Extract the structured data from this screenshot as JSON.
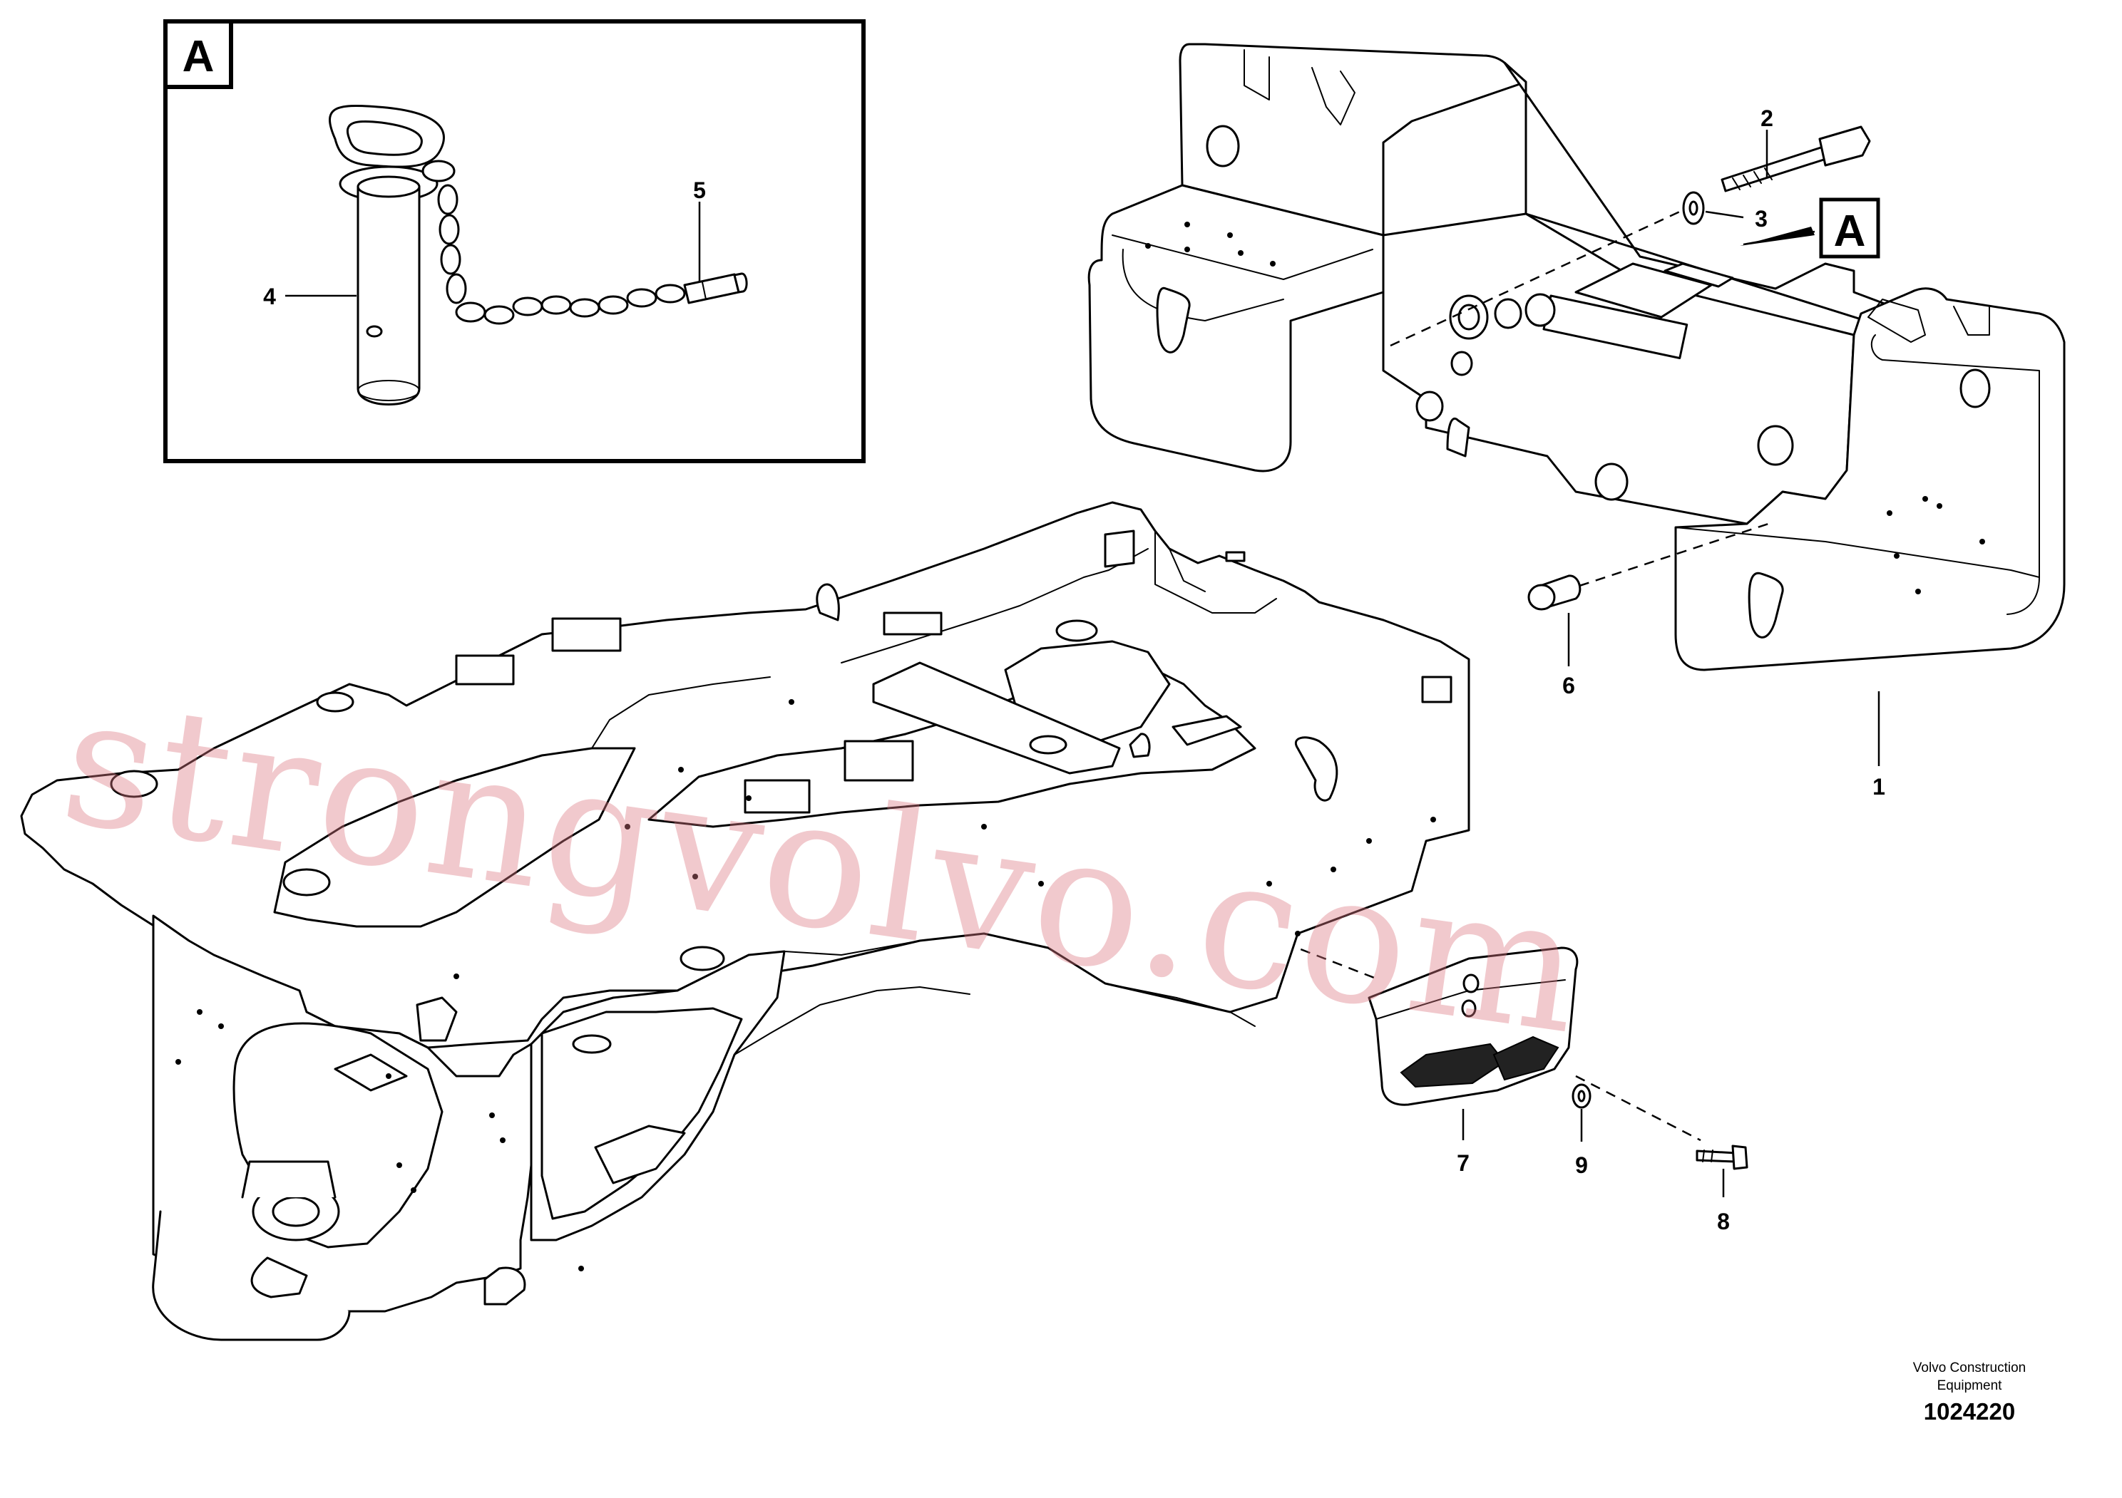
{
  "detail_box": {
    "label": "A"
  },
  "view_marker": {
    "label": "A"
  },
  "callouts": [
    {
      "id": "1",
      "label": "1"
    },
    {
      "id": "2",
      "label": "2"
    },
    {
      "id": "3",
      "label": "3"
    },
    {
      "id": "4",
      "label": "4"
    },
    {
      "id": "5",
      "label": "5"
    },
    {
      "id": "6",
      "label": "6"
    },
    {
      "id": "7",
      "label": "7"
    },
    {
      "id": "8",
      "label": "8"
    },
    {
      "id": "9",
      "label": "9"
    }
  ],
  "footer": {
    "company_line1": "Volvo Construction",
    "company_line2": "Equipment",
    "part_number": "1024220"
  },
  "watermark": {
    "text": "strongvolvo.com",
    "color": "#dc7882"
  }
}
